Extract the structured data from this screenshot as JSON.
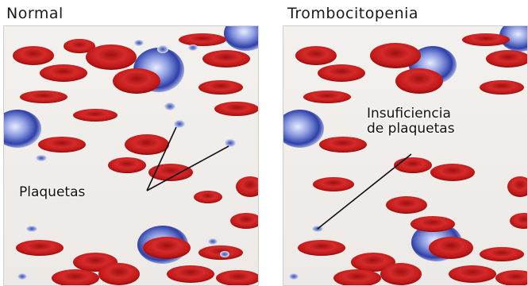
{
  "panels": {
    "left": {
      "title": "Normal",
      "label": "Plaquetas"
    },
    "right": {
      "title": "Trombocitopenia",
      "label_line1": "Insuficiencia",
      "label_line2": "de plaquetas"
    }
  },
  "colors": {
    "red_cell": "#c81e1e",
    "white_cell": "#3a4fb8",
    "platelet": "#6a7fd0",
    "background": "#efece9"
  }
}
